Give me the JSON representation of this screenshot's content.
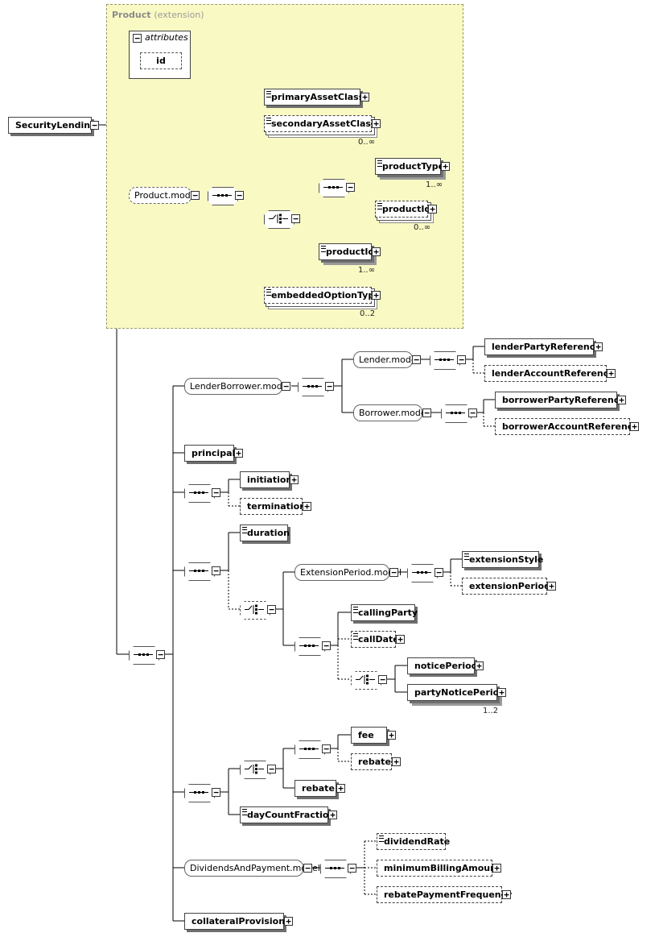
{
  "product_box": {
    "title": "Product",
    "subtitle": "(extension)"
  },
  "attributes": {
    "header": "attributes",
    "items": [
      "id"
    ]
  },
  "root": {
    "label": "SecurityLending"
  },
  "elements": {
    "primaryAssetClass": "primaryAssetClass",
    "secondaryAssetClass": "secondaryAssetClass",
    "productType": "productType",
    "productId_choice": "productId",
    "productId": "productId",
    "embeddedOptionType": "embeddedOptionType",
    "lenderPartyReference": "lenderPartyReference",
    "lenderAccountReference": "lenderAccountReference",
    "borrowerPartyReference": "borrowerPartyReference",
    "borrowerAccountReference": "borrowerAccountReference",
    "principal": "principal",
    "initiation": "initiation",
    "termination": "termination",
    "duration": "duration",
    "extensionStyle": "extensionStyle",
    "extensionPeriod": "extensionPeriod",
    "callingParty": "callingParty",
    "callDate": "callDate",
    "noticePeriod": "noticePeriod",
    "partyNoticePeriod": "partyNoticePeriod",
    "fee": "fee",
    "rebate_optional": "rebate",
    "rebate": "rebate",
    "dayCountFraction": "dayCountFraction",
    "dividendRate": "dividendRate",
    "minimumBillingAmount": "minimumBillingAmount",
    "rebatePaymentFrequency": "rebatePaymentFrequency",
    "collateralProvisions": "collateralProvisions"
  },
  "groups": {
    "product_model": "Product.model",
    "lenderborrower_model": "LenderBorrower.model",
    "lender_model": "Lender.model",
    "borrower_model": "Borrower.model",
    "extensionperiod_model": "ExtensionPeriod.model",
    "dividendsandpayment_model": "DividendsAndPayment.model"
  },
  "cardinalities": {
    "secondaryAssetClass": "0..∞",
    "productType": "1..∞",
    "productId_choice": "0..∞",
    "productId": "1..∞",
    "embeddedOptionType": "0..2",
    "partyNoticePeriod": "1..2"
  },
  "symbols": {
    "collapse": "−",
    "expand": "+"
  }
}
